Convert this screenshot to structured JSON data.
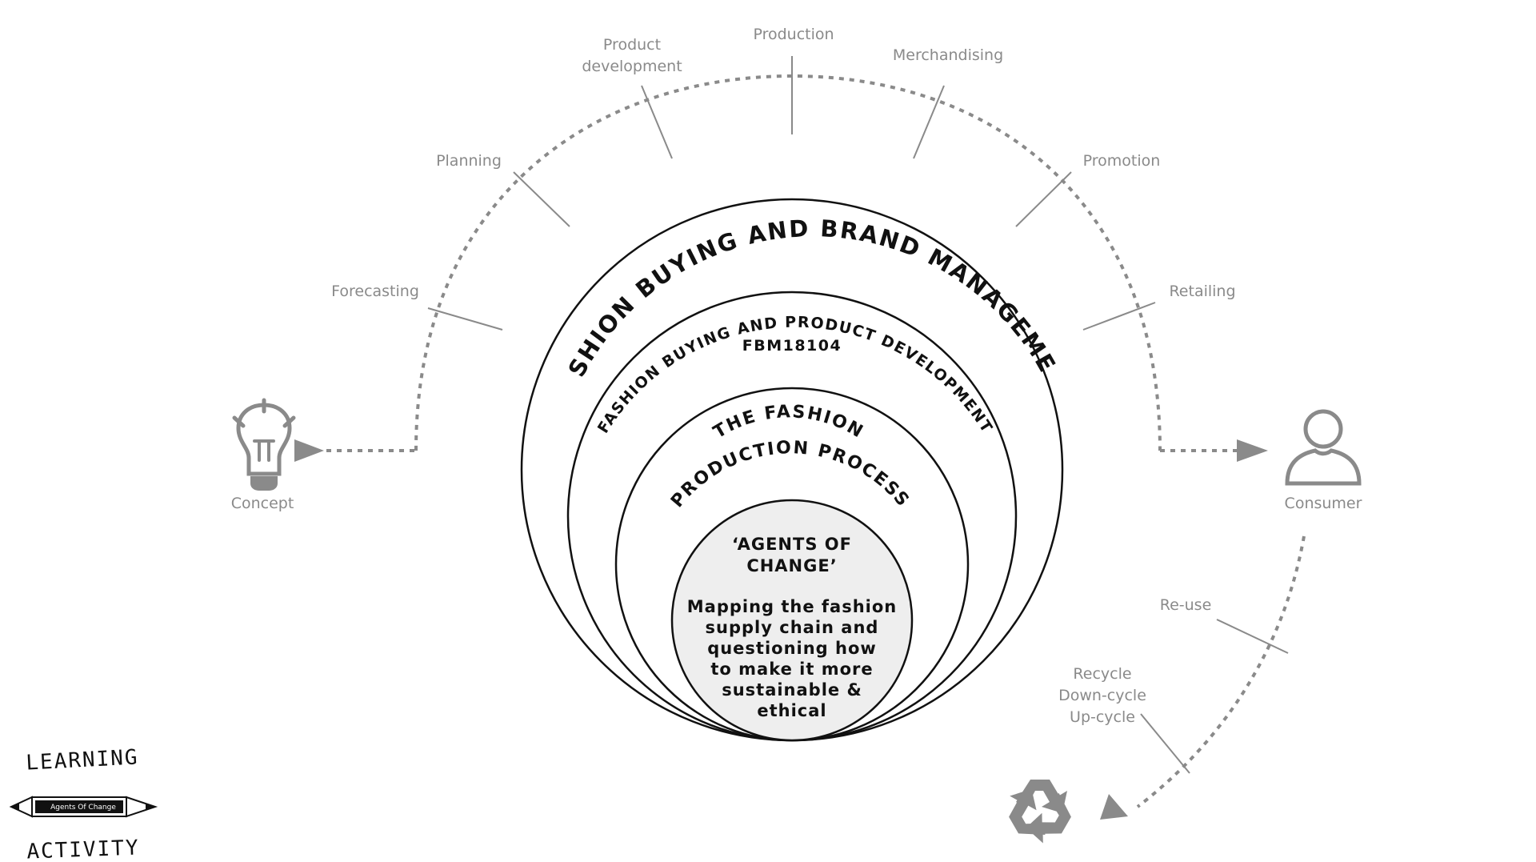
{
  "stages": {
    "forecasting": "Forecasting",
    "planning": "Planning",
    "product_development": [
      "Product",
      "development"
    ],
    "production": "Production",
    "merchandising": "Merchandising",
    "promotion": "Promotion",
    "retailing": "Retailing"
  },
  "endpoints": {
    "concept": "Concept",
    "consumer": "Consumer",
    "reuse": "Re-use",
    "recycle": [
      "Recycle",
      "Down-cycle",
      "Up-cycle"
    ]
  },
  "circles": {
    "outer": "FASHION BUYING AND BRAND MANAGEMENT",
    "second": "FASHION BUYING AND PRODUCT DEVELOPMENT",
    "second_code": "FBM18104",
    "third_line1": "THE FASHION",
    "third_line2": "PRODUCTION PROCESS",
    "core_title": [
      "‘AGENTS OF",
      "CHANGE’"
    ],
    "core_body": [
      "Mapping the fashion",
      "supply chain and",
      "questioning how",
      "to make it more",
      "sustainable &",
      "ethical"
    ]
  },
  "logo": {
    "top": "LEARNING",
    "middle": "Agents Of Change",
    "bottom": "ACTIVITY"
  },
  "icons": {
    "concept": "lightbulb-icon",
    "consumer": "user-icon",
    "recycle": "recycle-icon"
  },
  "colors": {
    "gray": "#8a8a8a",
    "line": "#111111",
    "core_fill": "#eeeeee"
  }
}
